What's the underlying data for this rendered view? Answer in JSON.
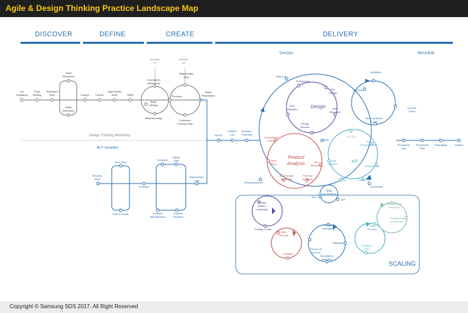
{
  "title": "Agile & Design Thinking Practice Landscape Map",
  "footer": "Copyright © Samsung SDS 2017. All Right Reserved",
  "phases": [
    "DISCOVER",
    "DEFINE",
    "CREATE",
    "DELIVERY"
  ],
  "subphases": {
    "devops": "DevOps",
    "release": "RELEASE",
    "scaling": "SCALING"
  },
  "sections": {
    "workshop": "Design Thinking Workshop",
    "inception": "ACT Inception"
  },
  "circles": {
    "design": "Design",
    "product_analysis": [
      "Product",
      "Analysis"
    ],
    "xp": "XP",
    "test_automation": [
      "Test",
      "Automation"
    ]
  },
  "ideation": [
    [
      "Ideation",
      "#1"
    ],
    [
      "Ideation",
      "#2"
    ]
  ],
  "nodes": {
    "ice_breaking": [
      "Ice",
      "Breaking"
    ],
    "goal_setting": [
      "Goal",
      "Setting"
    ],
    "research_plan": [
      "Research",
      "Plan"
    ],
    "field_research": [
      "Field",
      "Research"
    ],
    "desk_research": [
      "Desk",
      "Research"
    ],
    "insight": "Insight",
    "theme": "Theme",
    "opportunity_area": [
      "Opportunity",
      "Area"
    ],
    "hmw": "HMW",
    "cocreation": [
      "Cocreation",
      "Workshop"
    ],
    "brain_writing": [
      "Brain",
      "Writing"
    ],
    "brainstorming": "Brainstorming",
    "stakeholder_map": [
      "Stakeholder",
      "Map"
    ],
    "persona": "Persona",
    "customer_journey_map": [
      "Customer",
      "Journey Map"
    ],
    "value_proposition": [
      "Value",
      "Proposition"
    ],
    "elevator_pitch": [
      "Elevator",
      "Pitch"
    ],
    "user_map": "User Map",
    "role_goals": "Role & Goals",
    "persona2": "Persona",
    "scenario": "Scenario",
    "happy_path": [
      "Happy",
      "Path"
    ],
    "feature_identification": [
      "Feature",
      "Identification"
    ],
    "feature_pyramid": [
      "Feature",
      "Pyramid"
    ],
    "stakeholder_map2": [
      "Stakeholder",
      "map"
    ],
    "rasd": "RASD",
    "feature_list": [
      "Feature",
      "List"
    ],
    "release_planning": [
      "Release",
      "Planning"
    ],
    "stand_up": "Stand up",
    "prototyping": "Prototyping",
    "pair_design": [
      "Pair",
      "Design"
    ],
    "user_validation": [
      "User",
      "Validation"
    ],
    "user_research": [
      "User",
      "Research"
    ],
    "design_review": [
      "Design",
      "Review"
    ],
    "acceptance_criteria": [
      "Acceptance",
      "Criteria"
    ],
    "ipm": "IPM",
    "user_story": [
      "User",
      "Story"
    ],
    "biz_research": [
      "Biz",
      "Research"
    ],
    "biz_process_modeling": [
      "Biz Process",
      "Modeling"
    ],
    "pair_biz_analysis": [
      "Pair Biz",
      "Analysis"
    ],
    "ci_cd": "CI / CD",
    "pair_programming": [
      "Pair",
      "Programming"
    ],
    "code_review": [
      "Code",
      "Review"
    ],
    "refactoring": "Refactoring",
    "tdd": "TDD",
    "clean_code": "Clean code",
    "showcase": "Showcase",
    "retrospectives": "Retrospectives",
    "qui": "QUI",
    "api": "API",
    "kanban": "KANBAN",
    "iteration": "Iteration",
    "burn_chart": [
      "Burn up/down",
      "Chart"
    ],
    "control_chart": [
      "Control",
      "Chart"
    ],
    "end_game_test": [
      "End game",
      "Test"
    ],
    "functional_test": [
      "Functional",
      "Test"
    ],
    "packaging": "Packaging",
    "deploy": "Deploy",
    "design_system_language": [
      "Design",
      "System",
      "Language"
    ],
    "design_guide": "Design Guide",
    "user_journey": [
      "User",
      "Journey"
    ],
    "portfolio": "Portfolio",
    "project_managing": [
      "Project",
      "Managing"
    ],
    "scrum_of_scrums": [
      "Scrum of",
      "Scrums"
    ],
    "milestone": "Milestone",
    "disciplines_meeting": [
      "Disciplines",
      "Meeting"
    ],
    "architecture_standard": [
      "Architecture",
      "Standard"
    ],
    "evolutionary_architecture": [
      "Evolutionary",
      "Architecture"
    ],
    "test_strategy": [
      "Test",
      "Strategy"
    ],
    "contract_test": [
      "Contract",
      "Test"
    ]
  },
  "colors": {
    "blue": "#2a6fb0",
    "gray": "#7a7a7a",
    "purple": "#5b4a9a",
    "red": "#c0504d",
    "teal": "#4bacc6",
    "green": "#7cb9a8",
    "banner_text": "#f5c518",
    "banner_bg": "#1f1f1f"
  }
}
